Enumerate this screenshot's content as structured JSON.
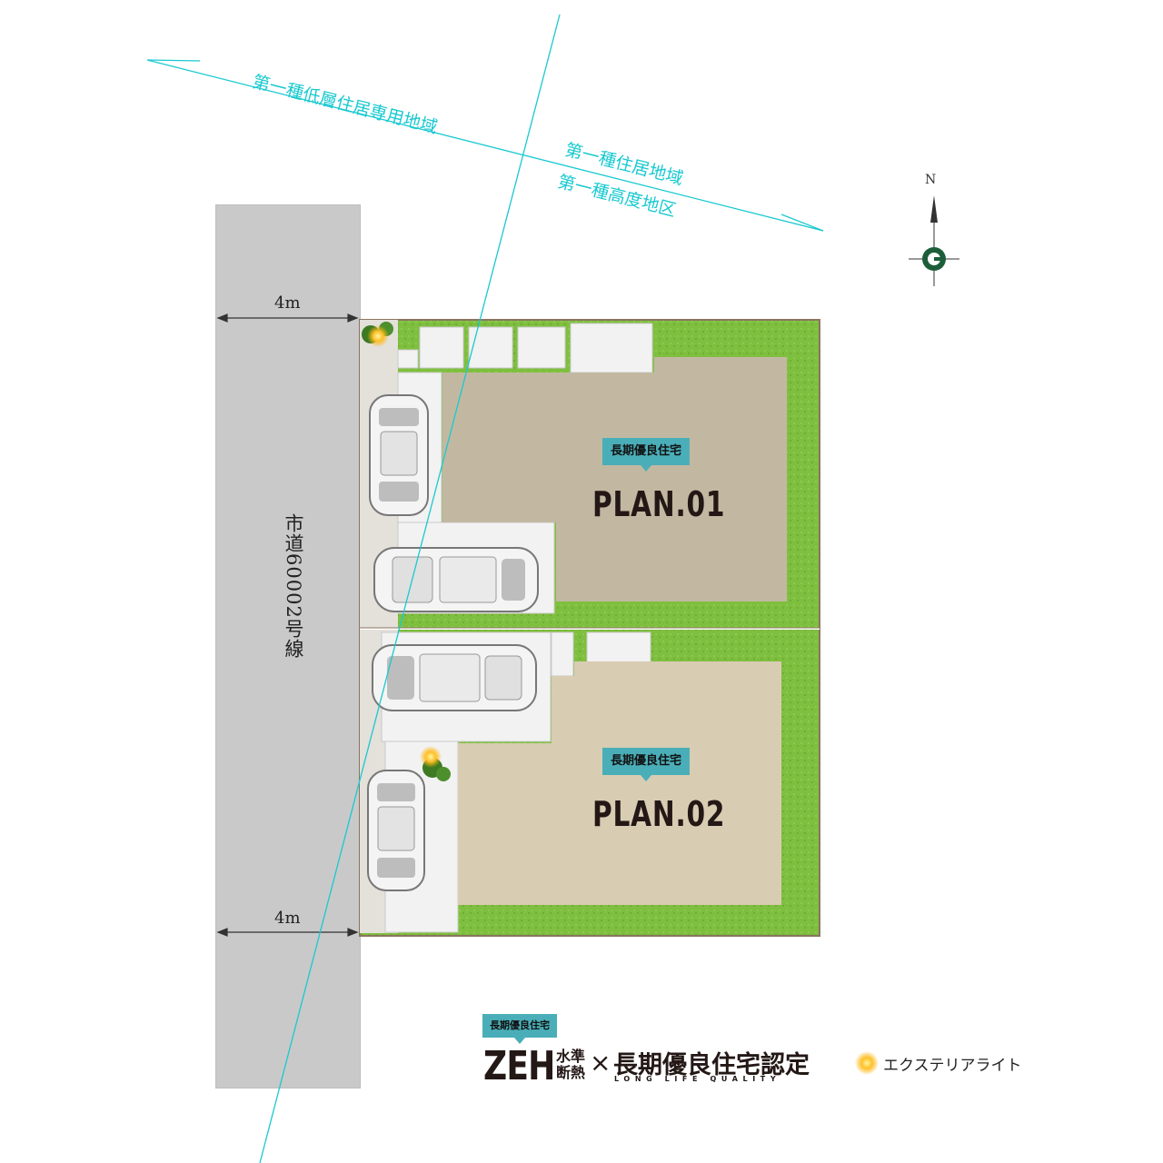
{
  "zoning": {
    "zone_a": "第一種低層住居専用地域",
    "zone_b": "第一種住居地域",
    "zone_c": "第一種高度地区"
  },
  "compass": {
    "north_label": "N"
  },
  "road": {
    "name": "市道60002号線",
    "width_top": "4m",
    "width_bottom": "4m"
  },
  "lots": [
    {
      "tag": "長期優良住宅",
      "plan": "PLAN.01"
    },
    {
      "tag": "長期優良住宅",
      "plan": "PLAN.02"
    }
  ],
  "badge": {
    "tag": "長期優良住宅",
    "zeh": "ZEH",
    "zeh_sub_1": "水準",
    "zeh_sub_2": "断熱",
    "times": "×",
    "cert": "長期優良住宅認定",
    "cert_en": "LONG LIFE QUALITY"
  },
  "legend": {
    "exterior_light": "エクステリアライト"
  },
  "colors": {
    "lawn": "#7fbf3f",
    "house_1": "#c2b8a2",
    "house_2": "#d8ccb2",
    "road": "#c9c9c9",
    "zone_line": "#19c9d1",
    "tag": "#4aaeb8",
    "light": "#ffb300"
  }
}
